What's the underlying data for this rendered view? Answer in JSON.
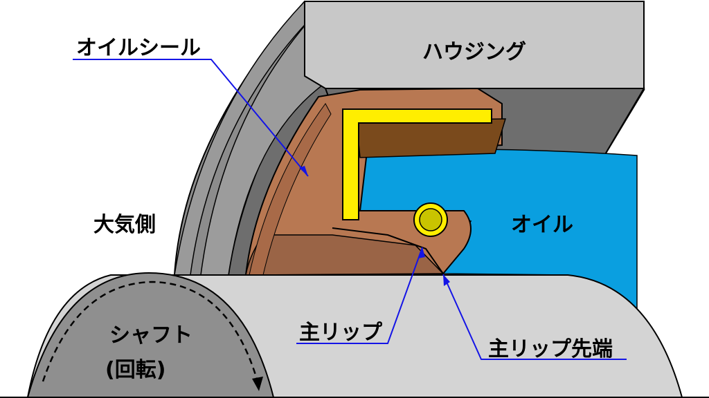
{
  "labels": {
    "oil_seal": "オイルシール",
    "housing": "ハウジング",
    "atmosphere_side": "大気側",
    "oil": "オイル",
    "main_lip": "主リップ",
    "main_lip_tip": "主リップ先端",
    "shaft": "シャフト",
    "rotation": "(回転)"
  },
  "colors": {
    "housing": "#c8c8c8",
    "housing_dark": "#6e6e6e",
    "housing_mid": "#8c8c8c",
    "shaft": "#d4d4d4",
    "shaft_dark": "#8f8f8f",
    "rubber": "#b87852",
    "rubber_dark": "#9a6446",
    "metal_insert": "#ffee00",
    "metal_insert_shadow": "#7a4a1c",
    "oil": "#0a9fe0",
    "spring": "#d4d000",
    "leader": "#1414e6"
  }
}
